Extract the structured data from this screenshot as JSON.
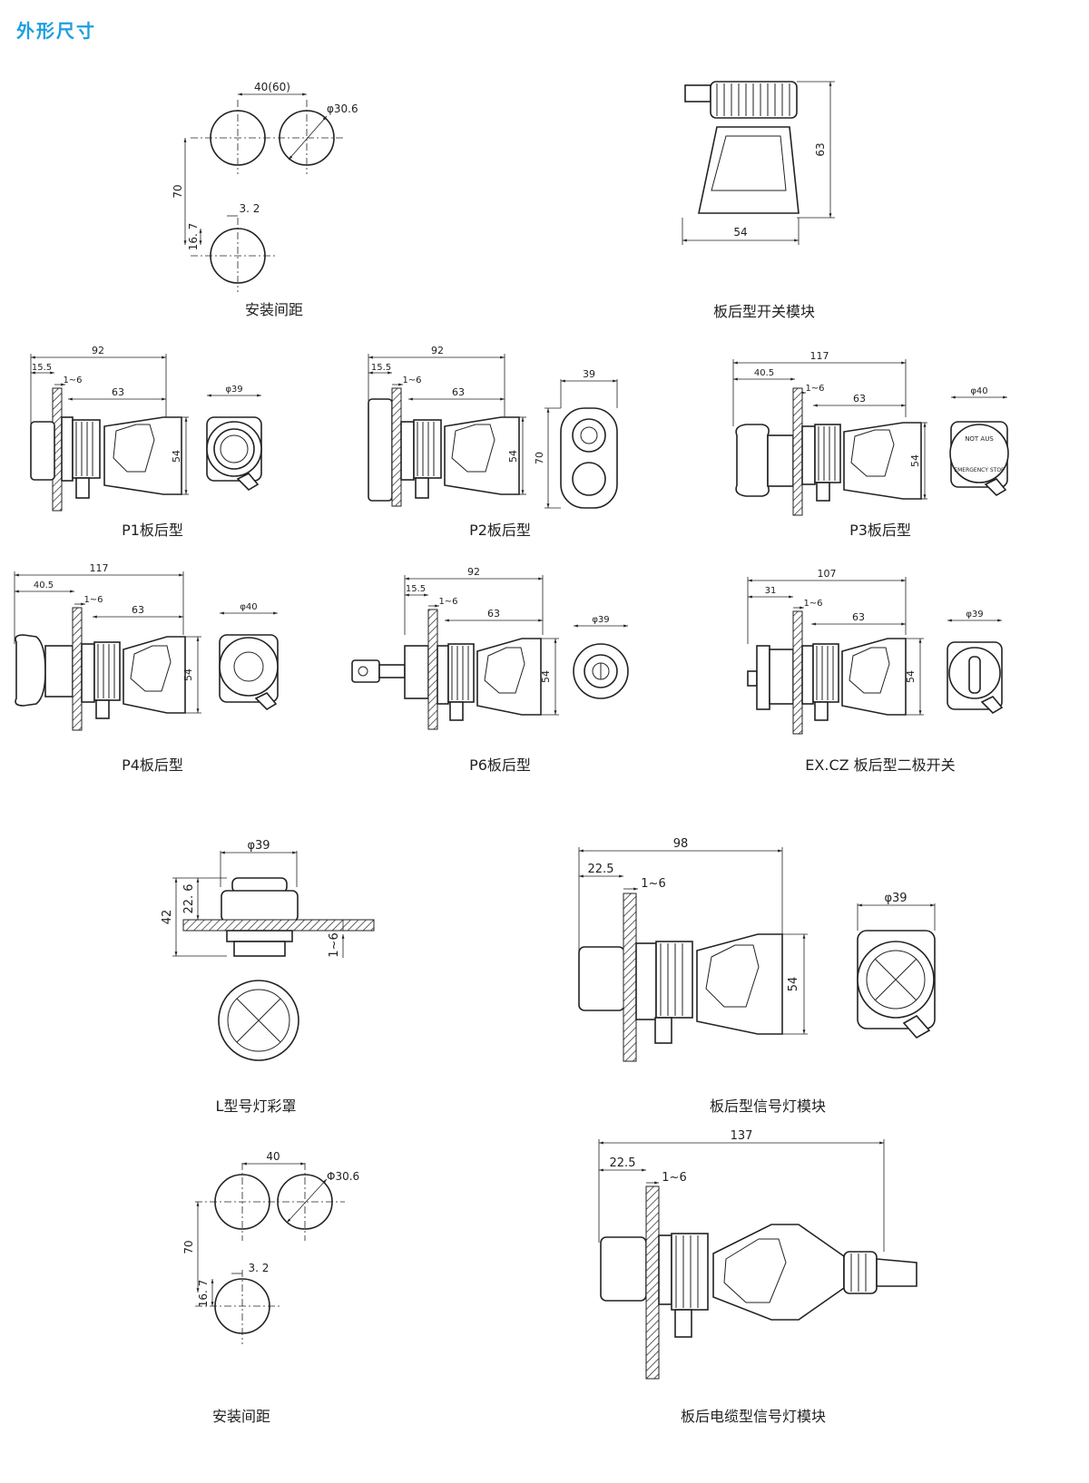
{
  "header": {
    "title": "外形尺寸"
  },
  "captions": {
    "mount1": "安装间距",
    "module": "板后型开关模块",
    "p1": "P1板后型",
    "p2": "P2板后型",
    "p3": "P3板后型",
    "p4": "P4板后型",
    "p6": "P6板后型",
    "excz": "EX.CZ 板后型二极开关",
    "lcap": "L型号灯彩罩",
    "lamp": "板后型信号灯模块",
    "mount2": "安装间距",
    "cable": "板后电缆型信号灯模块"
  },
  "dims": {
    "m1_pitch": "40(60)",
    "m1_hole": "φ30.6",
    "m1_vert": "70",
    "m1_key_w": "3. 2",
    "m1_key_h": "16. 7",
    "mod_h": "63",
    "mod_w": "54",
    "p1_total": "92",
    "p1_front": "15.5",
    "p1_panel": "1~6",
    "p1_body": "63",
    "p1_h": "54",
    "p1_dia": "φ39",
    "p2_total": "92",
    "p2_front": "15.5",
    "p2_panel": "1~6",
    "p2_body": "63",
    "p2_h": "54",
    "p2_w": "39",
    "p2_len": "70",
    "p3_total": "117",
    "p3_front": "40.5",
    "p3_panel": "1~6",
    "p3_body": "63",
    "p3_h": "54",
    "p3_dia": "φ40",
    "p3_label_top": "NOT AUS",
    "p3_label_bottom": "EMERGENCY STOP",
    "p4_total": "117",
    "p4_front": "40.5",
    "p4_panel": "1~6",
    "p4_body": "63",
    "p4_h": "54",
    "p4_dia": "φ40",
    "p6_total": "92",
    "p6_front": "15.5",
    "p6_panel": "1~6",
    "p6_body": "63",
    "p6_h": "54",
    "p6_dia": "φ39",
    "ex_total": "107",
    "ex_front": "31",
    "ex_panel": "1~6",
    "ex_body": "63",
    "ex_h": "54",
    "ex_dia": "φ39",
    "l_dia": "φ39",
    "l_total": "42",
    "l_front": "22. 6",
    "l_panel": "1~6",
    "lamp_total": "98",
    "lamp_front": "22.5",
    "lamp_panel": "1~6",
    "lamp_h": "54",
    "lamp_dia": "φ39",
    "m2_pitch": "40",
    "m2_hole": "Φ30.6",
    "m2_vert": "70",
    "m2_key_w": "3. 2",
    "m2_key_h": "16. 7",
    "cable_total": "137",
    "cable_front": "22.5",
    "cable_panel": "1~6"
  }
}
